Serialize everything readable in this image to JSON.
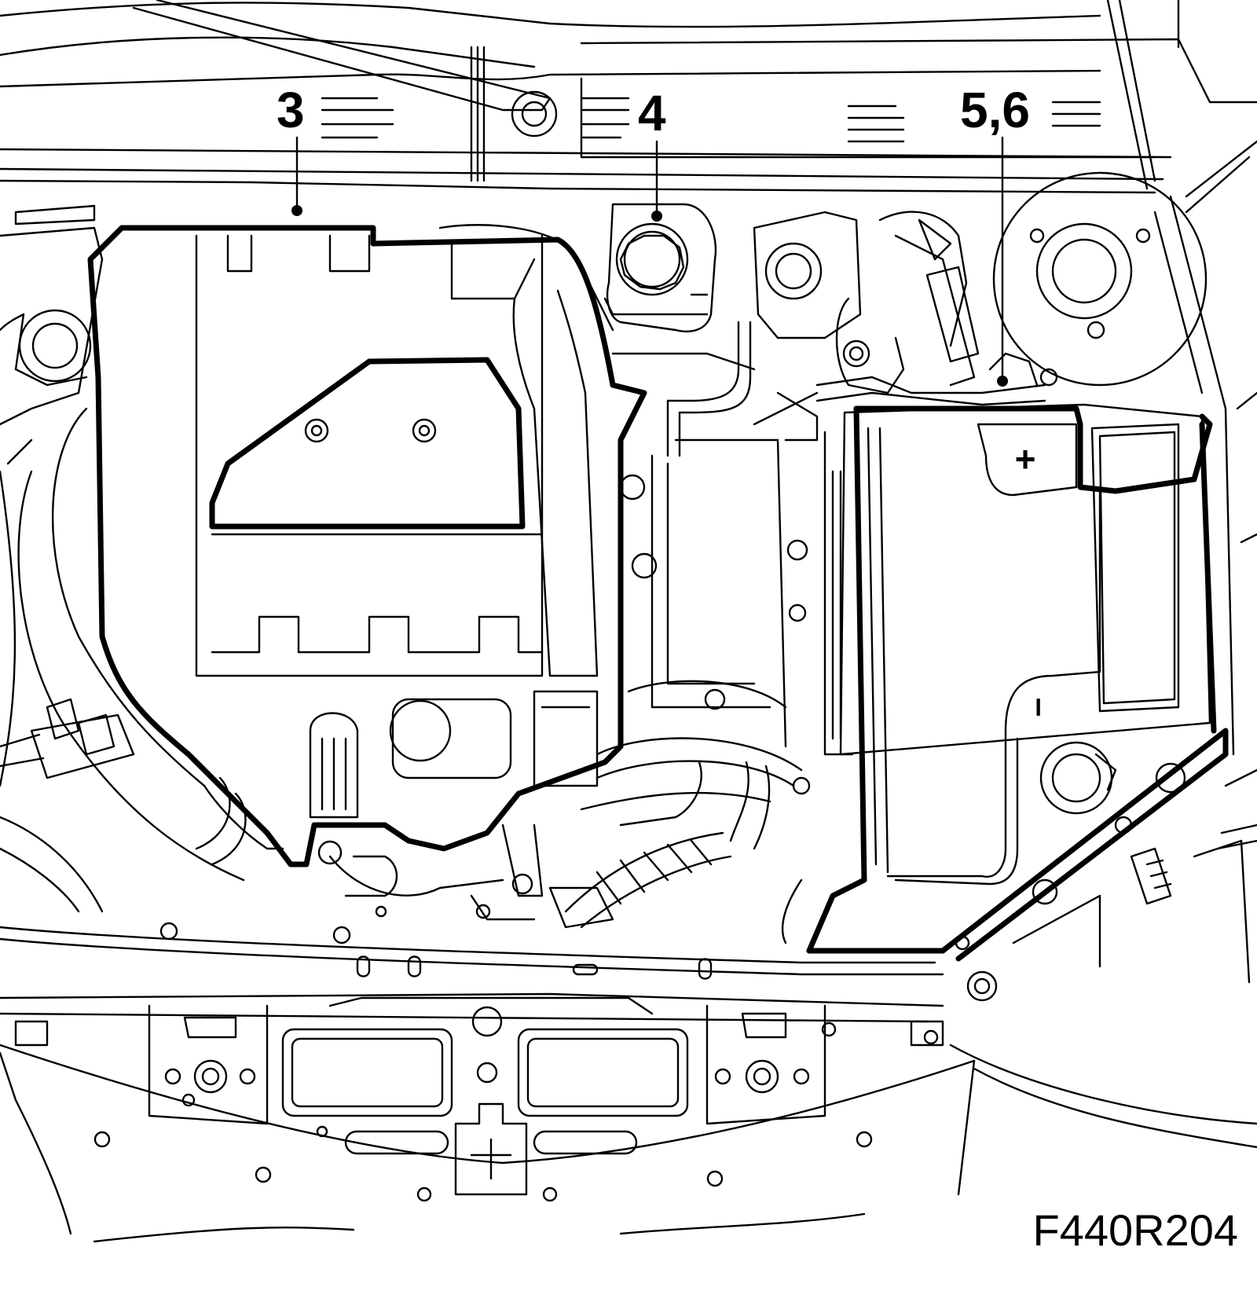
{
  "figure": {
    "callouts": [
      {
        "id": "3",
        "label": "3",
        "points_to": "engine-cover"
      },
      {
        "id": "4",
        "label": "4",
        "points_to": "coolant-expansion-tank-cap"
      },
      {
        "id": "56",
        "label": "5,6",
        "points_to": "battery-cable-terminal"
      }
    ],
    "battery_symbols": {
      "positive": "+",
      "negative": "–"
    },
    "figure_id": "F440R204"
  }
}
